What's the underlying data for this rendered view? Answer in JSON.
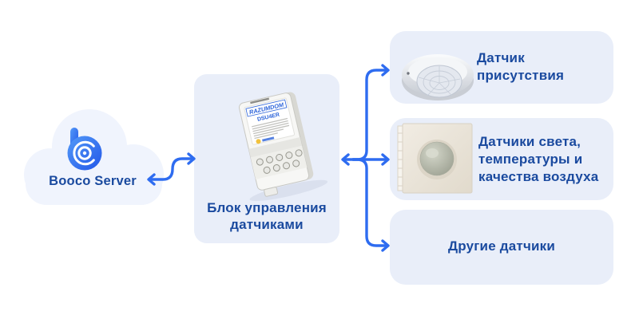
{
  "cloud": {
    "label": "Booco Server"
  },
  "hub": {
    "label": "Блок управления датчиками",
    "device": {
      "brand": "RAZUMDOM",
      "model": "DSU4ER"
    }
  },
  "sensors": [
    {
      "label": "Датчик присутствия"
    },
    {
      "label": "Датчики света, температуры и качества воздуха"
    },
    {
      "label": "Другие датчики"
    }
  ],
  "colors": {
    "background": "#ffffff",
    "panel_bg": "#e9eef9",
    "cloud_bg": "#f0f4fd",
    "text_blue": "#1a4a9f",
    "arrow_blue": "#2e6cf0",
    "logo_blue": "#2f6af0"
  }
}
